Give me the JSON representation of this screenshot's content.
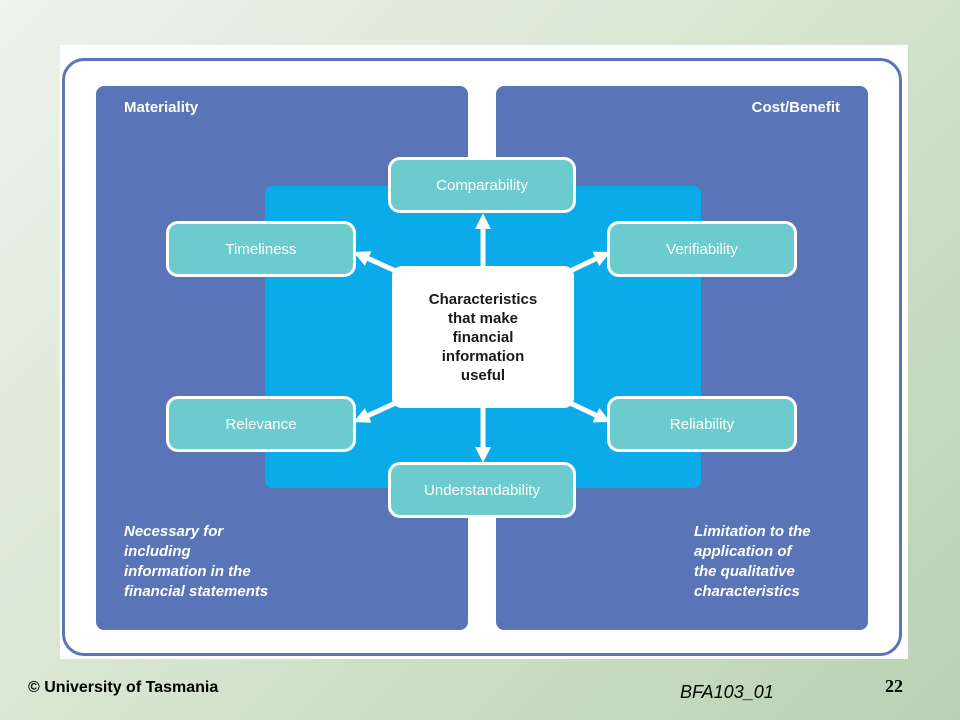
{
  "diagram": {
    "left_panel": {
      "title": "Materiality",
      "note": "Necessary for\nincluding\ninformation in the\nfinancial statements"
    },
    "right_panel": {
      "title": "Cost/Benefit",
      "note": "Limitation to the\napplication of\nthe qualitative\ncharacteristics"
    },
    "center": "Characteristics\nthat make\nfinancial\ninformation\nuseful",
    "nodes": {
      "comparability": "Comparability",
      "timeliness": "Timeliness",
      "verifiability": "Verifiability",
      "relevance": "Relevance",
      "reliability": "Reliability",
      "understandability": "Understandability"
    },
    "colors": {
      "panel": "#5a74b8",
      "inner": "#0aabe8",
      "node": "#6ccbcd",
      "border": "#5a76b8"
    }
  },
  "footer": {
    "copyright": "© University of Tasmania",
    "course_code": "BFA103_01",
    "page_number": "22"
  }
}
